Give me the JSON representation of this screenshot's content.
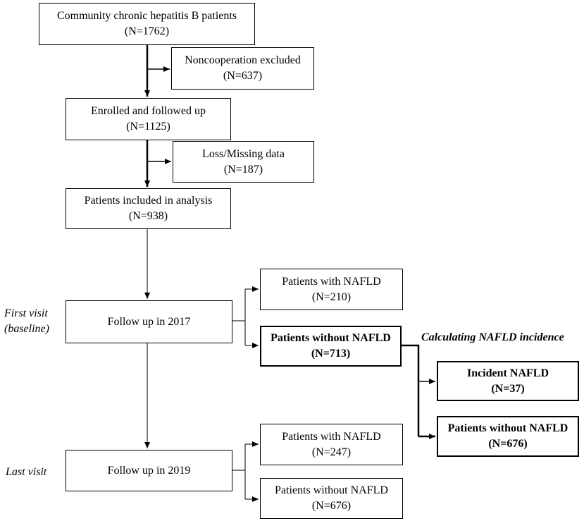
{
  "boxes": {
    "community": {
      "line1": "Community chronic hepatitis B patients",
      "line2": "(N=1762)"
    },
    "noncooperation": {
      "line1": "Noncooperation excluded",
      "line2": "(N=637)"
    },
    "enrolled": {
      "line1": "Enrolled and followed up",
      "line2": "(N=1125)"
    },
    "loss": {
      "line1": "Loss/Missing data",
      "line2": "(N=187)"
    },
    "included": {
      "line1": "Patients included in analysis",
      "line2": "(N=938)"
    },
    "follow2017": {
      "line1": "Follow up in 2017"
    },
    "nafld2017": {
      "line1": "Patients with NAFLD",
      "line2": "(N=210)"
    },
    "no_nafld2017": {
      "line1": "Patients without NAFLD",
      "line2": "(N=713)"
    },
    "incident": {
      "line1": "Incident NAFLD",
      "line2": "(N=37)"
    },
    "no_nafld_out": {
      "line1": "Patients without NAFLD",
      "line2": "(N=676)"
    },
    "follow2019": {
      "line1": "Follow up in 2019"
    },
    "nafld2019": {
      "line1": "Patients with NAFLD",
      "line2": "(N=247)"
    },
    "no_nafld2019": {
      "line1": "Patients without NAFLD",
      "line2": "(N=676)"
    }
  },
  "labels": {
    "first_visit_1": "First visit",
    "first_visit_2": "(baseline)",
    "last_visit": "Last visit",
    "calc_note": "Calculating NAFLD incidence"
  }
}
